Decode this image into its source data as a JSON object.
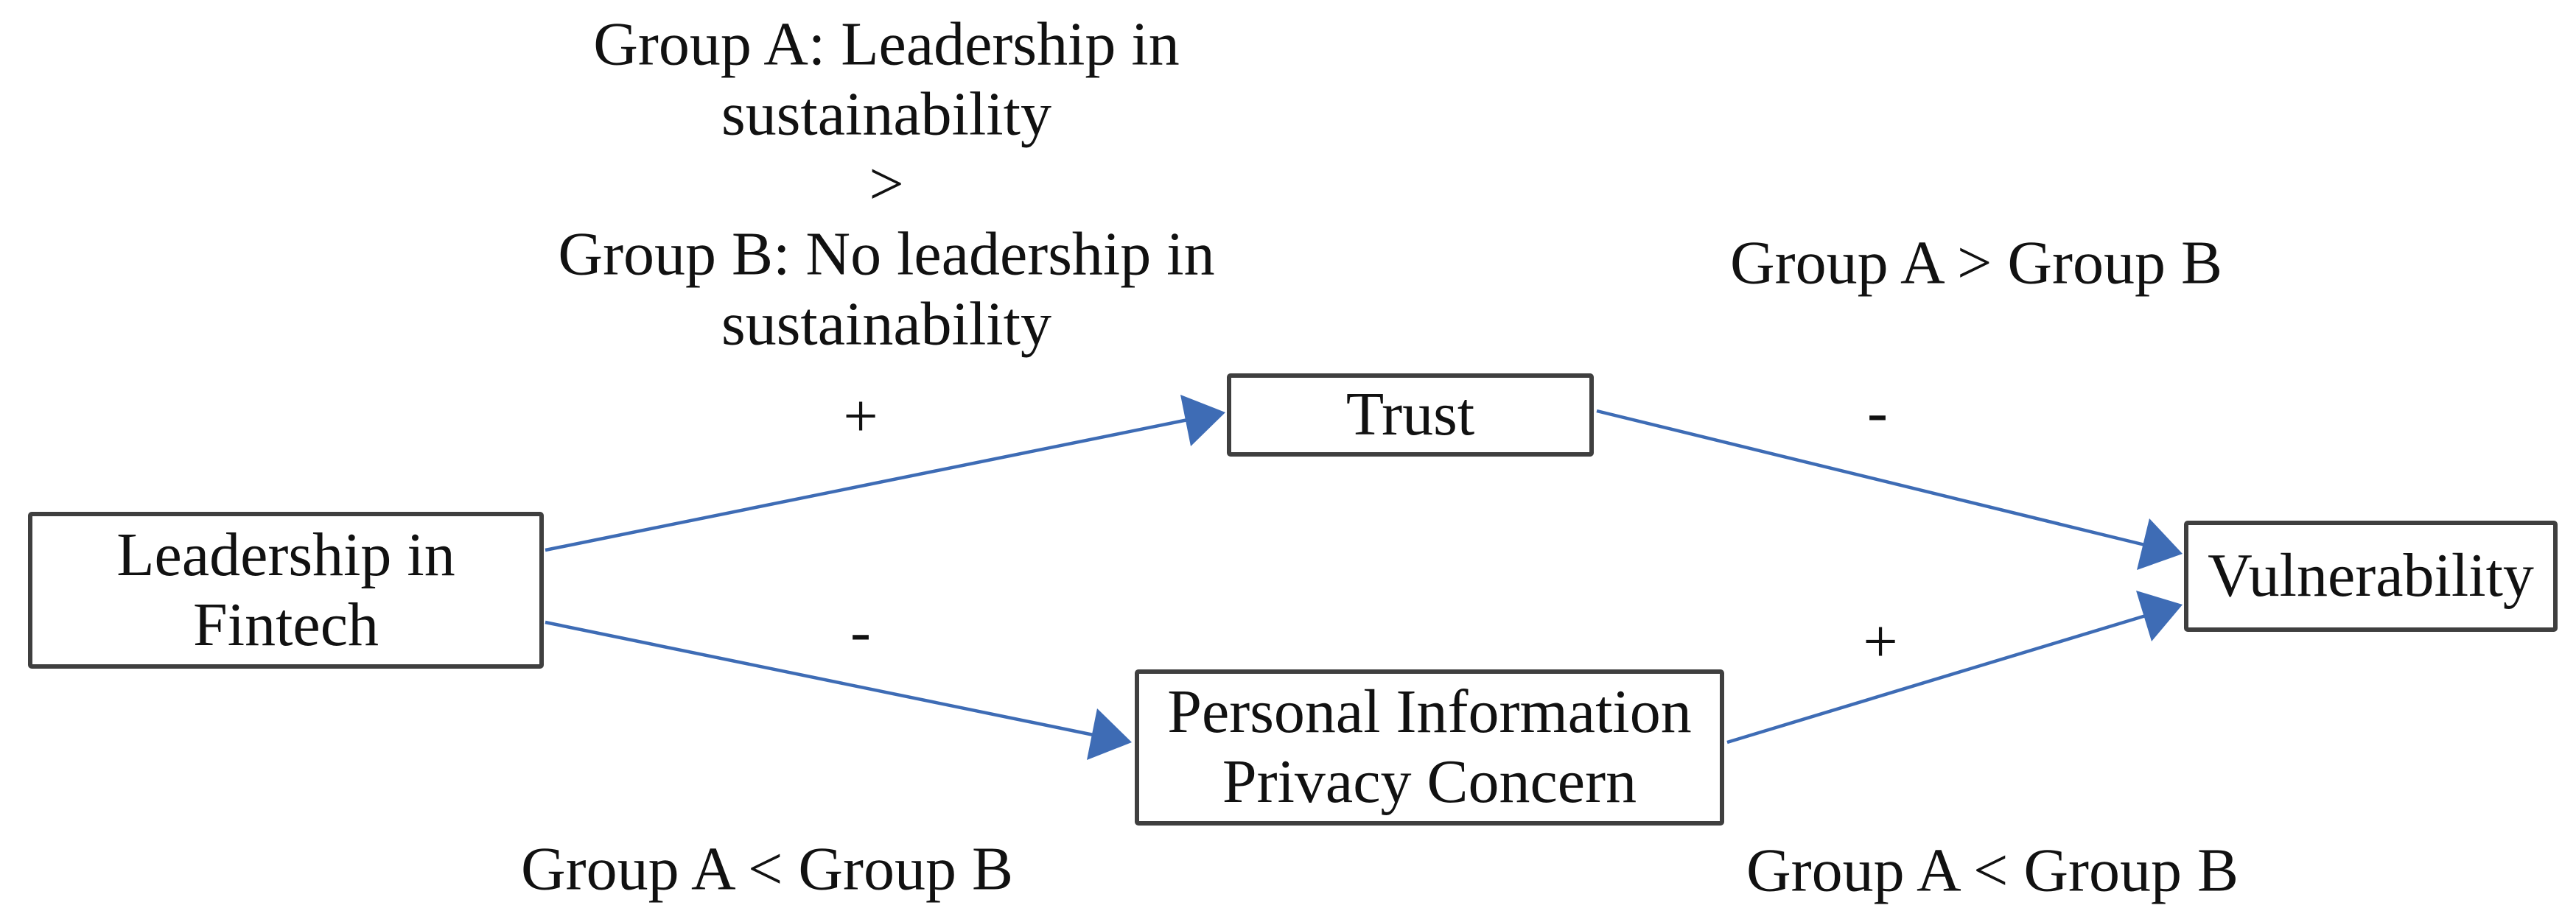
{
  "diagram": {
    "nodes": {
      "leadership": {
        "label": "Leadership in\nFintech"
      },
      "trust": {
        "label": "Trust"
      },
      "pipc": {
        "label": "Personal Information\nPrivacy Concern"
      },
      "vulnerability": {
        "label": "Vulnerability"
      }
    },
    "edges": {
      "leadership_to_trust": {
        "sign": "+"
      },
      "leadership_to_pipc": {
        "sign": "-"
      },
      "trust_to_vulnerability": {
        "sign": "-"
      },
      "pipc_to_vulnerability": {
        "sign": "+"
      }
    },
    "annotations": {
      "top_left": "Group A: Leadership in\nsustainability\n>\nGroup B: No leadership in\nsustainability",
      "top_right": "Group A > Group B",
      "bottom_left": "Group A < Group B",
      "bottom_right": "Group A < Group B"
    },
    "colors": {
      "arrow": "#3E6CB5",
      "box_border": "#3F3F3F",
      "text": "#111111",
      "background": "#FFFFFF"
    }
  }
}
